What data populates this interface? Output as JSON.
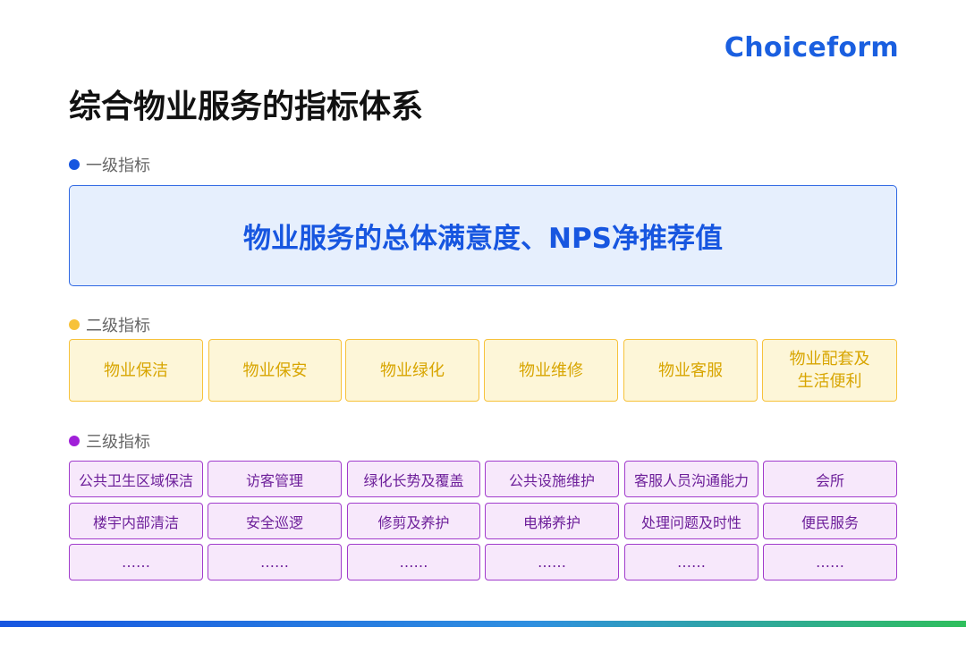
{
  "brand": {
    "name": "Choiceform"
  },
  "title": "综合物业服务的指标体系",
  "colors": {
    "level1_dot": "#1756e0",
    "level2_dot": "#f7c23b",
    "level3_dot": "#a020d8",
    "accent_blue": "#1a5fe0"
  },
  "level1": {
    "label": "一级指标",
    "item": "物业服务的总体满意度、NPS净推荐值"
  },
  "level2": {
    "label": "二级指标",
    "items": [
      {
        "text": "物业保洁"
      },
      {
        "text": "物业保安"
      },
      {
        "text": "物业绿化"
      },
      {
        "text": "物业维修"
      },
      {
        "text": "物业客服"
      },
      {
        "text": "物业配套及生活便利"
      }
    ]
  },
  "level3": {
    "label": "三级指标",
    "rows": [
      [
        "公共卫生区域保洁",
        "访客管理",
        "绿化长势及覆盖",
        "公共设施维护",
        "客服人员沟通能力",
        "会所"
      ],
      [
        "楼宇内部清洁",
        "安全巡逻",
        "修剪及养护",
        "电梯养护",
        "处理问题及时性",
        "便民服务"
      ],
      [
        "……",
        "……",
        "……",
        "……",
        "……",
        "……"
      ]
    ]
  }
}
